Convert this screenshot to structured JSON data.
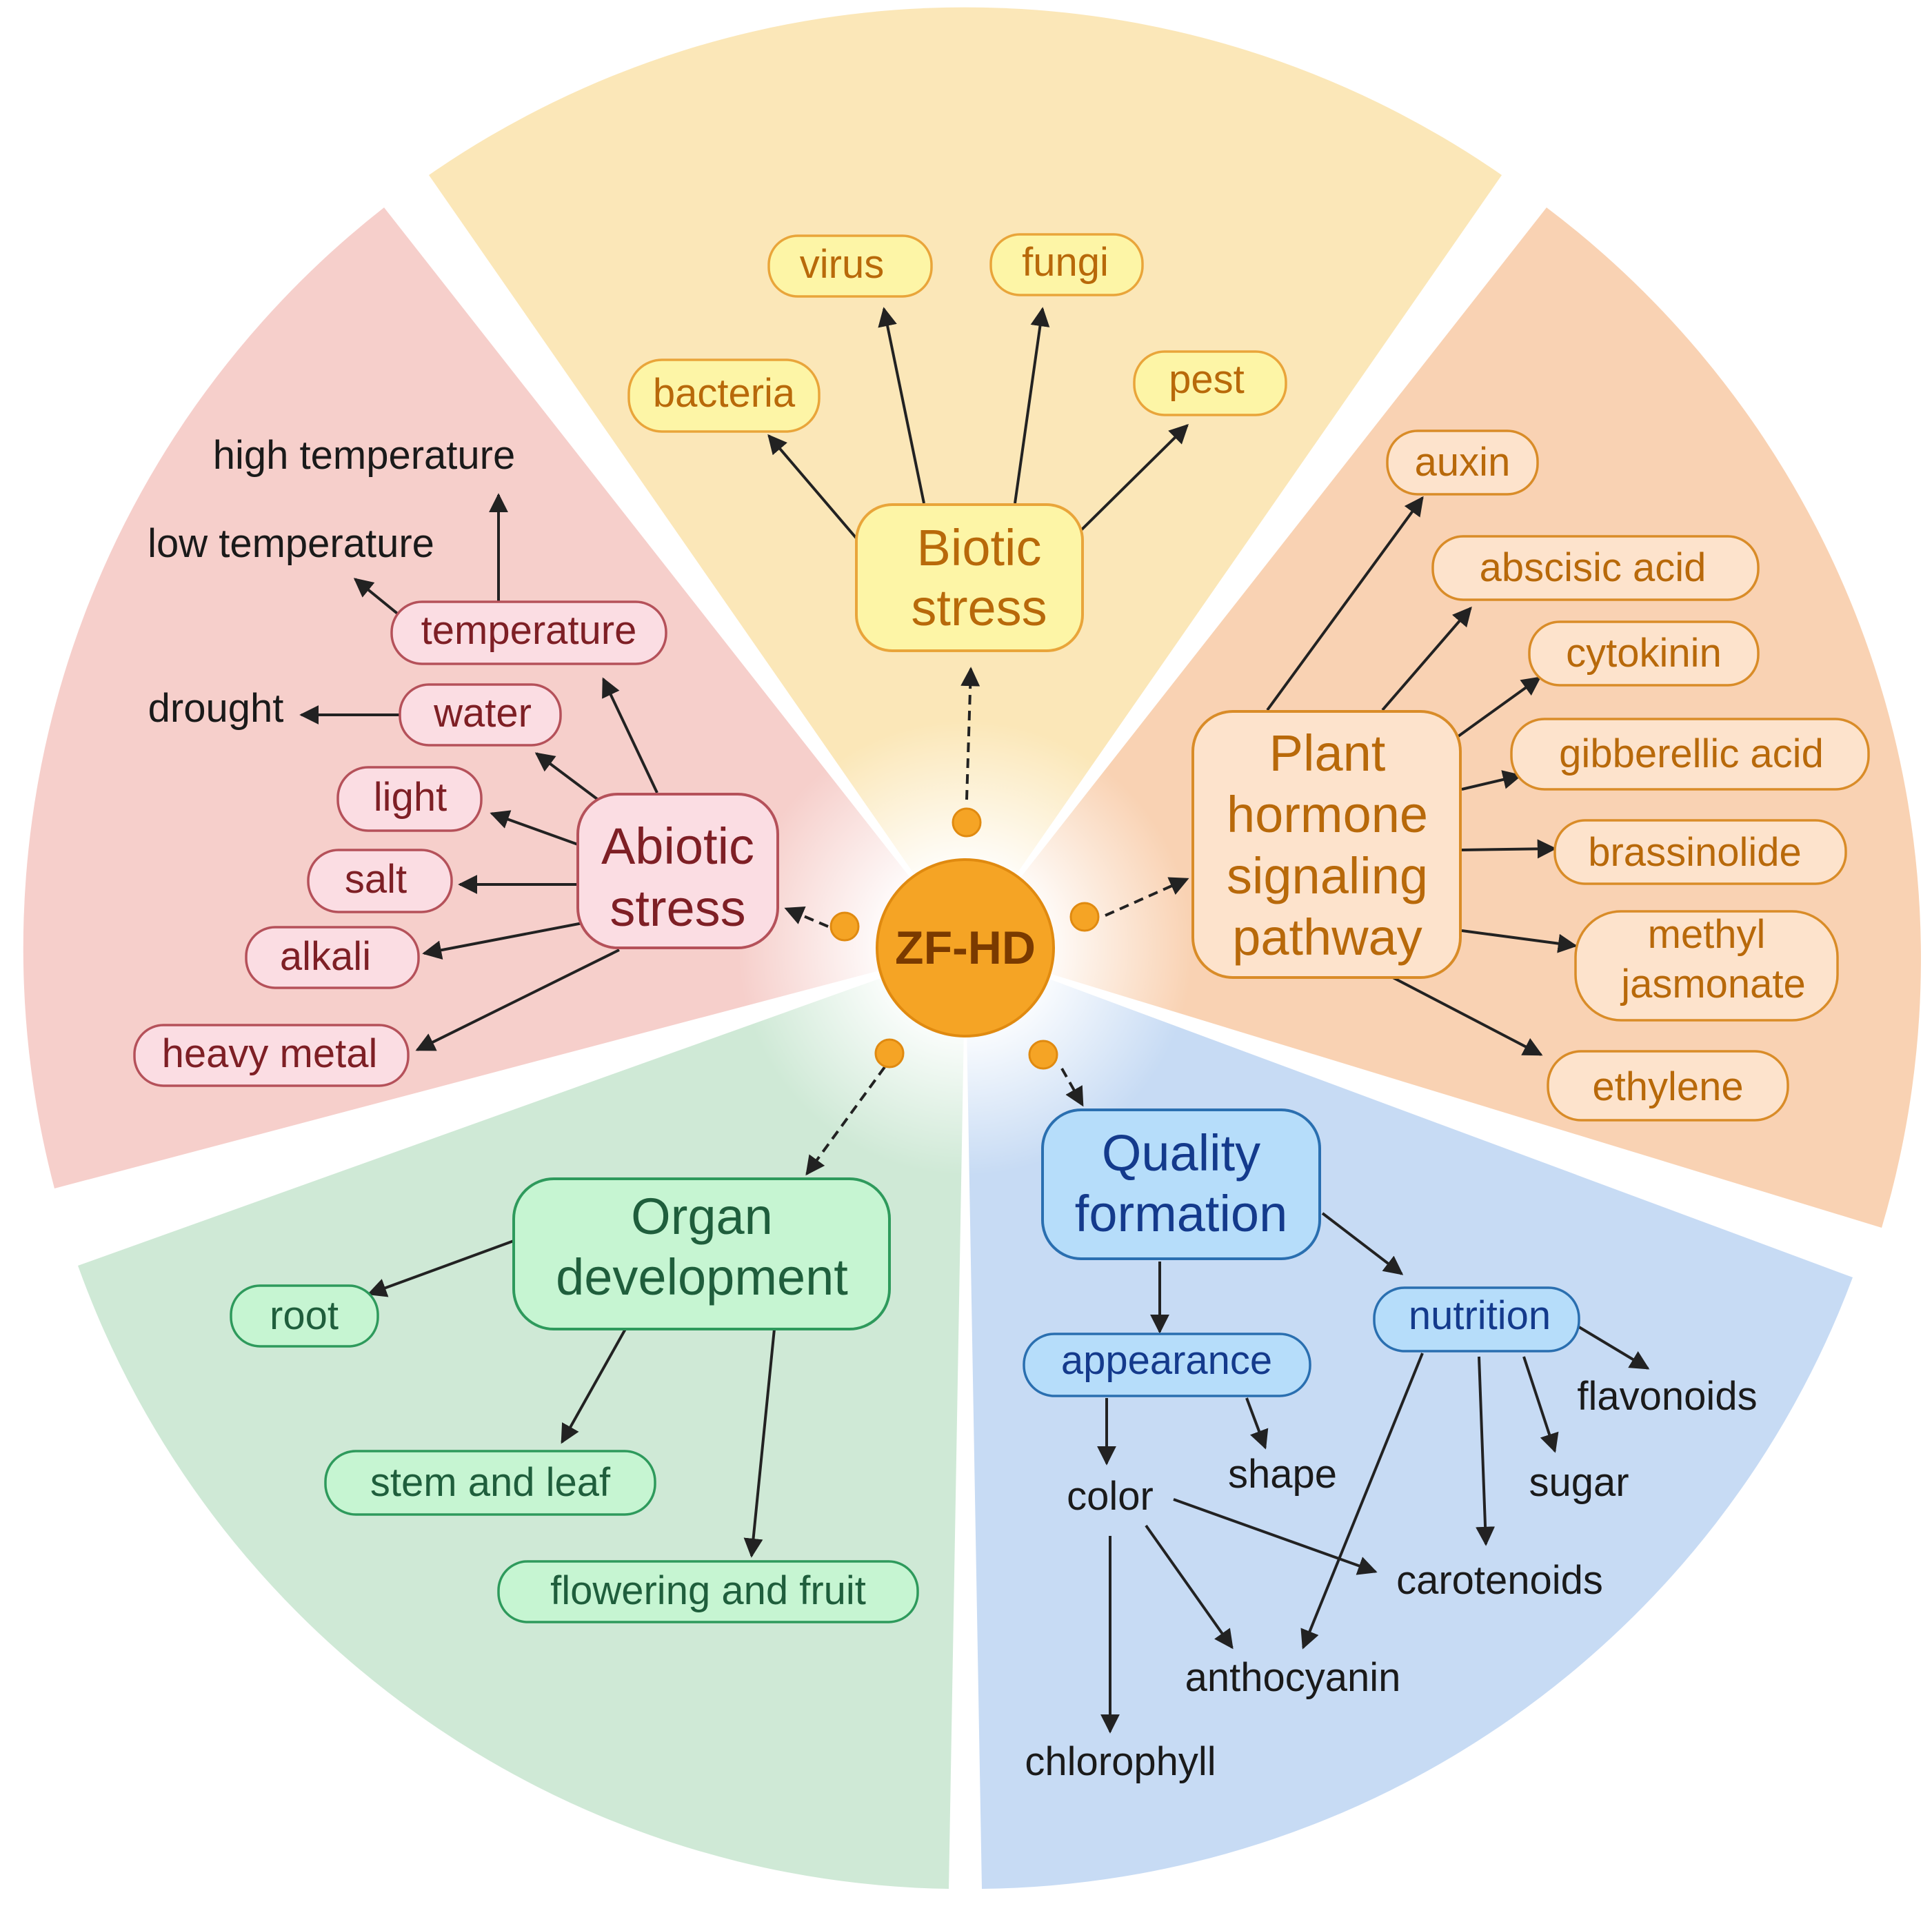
{
  "center": {
    "label": "ZF-HD",
    "color": "#F5A425",
    "text_color": "#7A3A00"
  },
  "colors": {
    "biotic_bg": "#FBE7B8",
    "hormone_bg": "#F9D2B3",
    "quality_bg": "#C7DBF4",
    "organ_bg": "#CFE9D6",
    "abiotic_bg": "#F6CFCB",
    "arrow": "#222222"
  },
  "biotic": {
    "hub": [
      "Biotic",
      "stress"
    ],
    "items": [
      "bacteria",
      "virus",
      "fungi",
      "pest"
    ],
    "fill": "#FDF5A6",
    "stroke": "#E9A53A",
    "text": "#B8690A"
  },
  "hormone": {
    "hub": [
      "Plant",
      "hormone",
      "signaling",
      "pathway"
    ],
    "items": [
      "auxin",
      "abscisic acid",
      "cytokinin",
      "gibberellic acid",
      "brassinolide",
      "methyl",
      "jasmonate",
      "ethylene"
    ],
    "fill": "#FDE3CC",
    "stroke": "#D98C28",
    "text": "#B8690A"
  },
  "quality": {
    "hub": [
      "Quality",
      "formation"
    ],
    "subs": [
      "appearance",
      "nutrition"
    ],
    "leaves": [
      "color",
      "shape",
      "flavonoids",
      "sugar",
      "carotenoids",
      "anthocyanin",
      "chlorophyll"
    ],
    "fill": "#B6DDFA",
    "stroke": "#2A6FB0",
    "text": "#143A8C",
    "leaf_text": "#1a1a1a"
  },
  "organ": {
    "hub": [
      "Organ",
      "development"
    ],
    "items": [
      "root",
      "stem and leaf",
      "flowering and fruit"
    ],
    "fill": "#C6F5D2",
    "stroke": "#2E9A5C",
    "text": "#1F5E3C",
    "item_text": "#1F5E3C"
  },
  "abiotic": {
    "hub": [
      "Abiotic",
      "stress"
    ],
    "items": [
      "temperature",
      "water",
      "light",
      "salt",
      "alkali",
      "heavy metal"
    ],
    "leaves": [
      "high temperature",
      "low temperature",
      "drought"
    ],
    "fill": "#FBDDE3",
    "stroke": "#B5515A",
    "text": "#7E1F25",
    "leaf_text": "#1a1a1a"
  }
}
